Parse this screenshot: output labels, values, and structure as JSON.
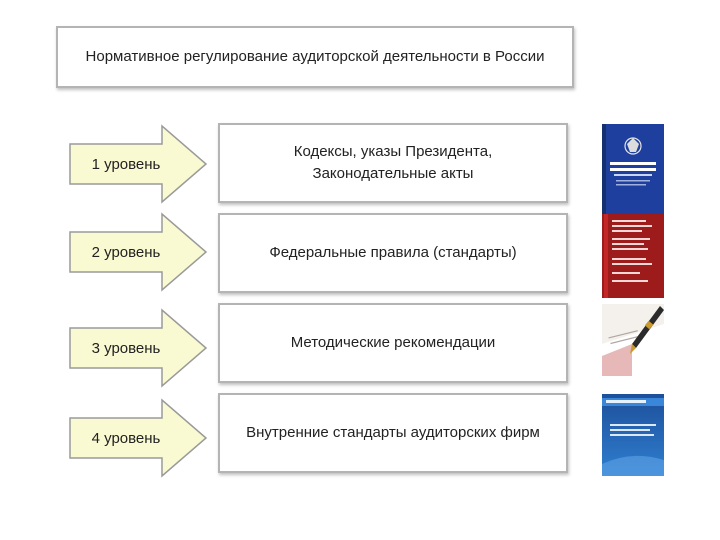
{
  "title": "Нормативное регулирование аудиторской деятельности в России",
  "levels": [
    {
      "label": "1 уровень",
      "text": "Кодексы, указы Президента, Законодательные акты"
    },
    {
      "label": "2 уровень",
      "text": "Федеральные правила (стандарты)"
    },
    {
      "label": "3 уровень",
      "text": "Методические рекомендации"
    },
    {
      "label": "4 уровень",
      "text": "Внутренние стандарты аудиторских фирм"
    }
  ],
  "thumbnails": [
    {
      "icon": "book-cover-blue-icon"
    },
    {
      "icon": "document-red-icon"
    },
    {
      "icon": "pen-signing-icon"
    },
    {
      "icon": "book-cover-blue-light-icon"
    }
  ],
  "colors": {
    "arrow_fill": "#fafad2",
    "arrow_stroke": "#9a9a9a",
    "box_border": "#b4b4b4"
  }
}
